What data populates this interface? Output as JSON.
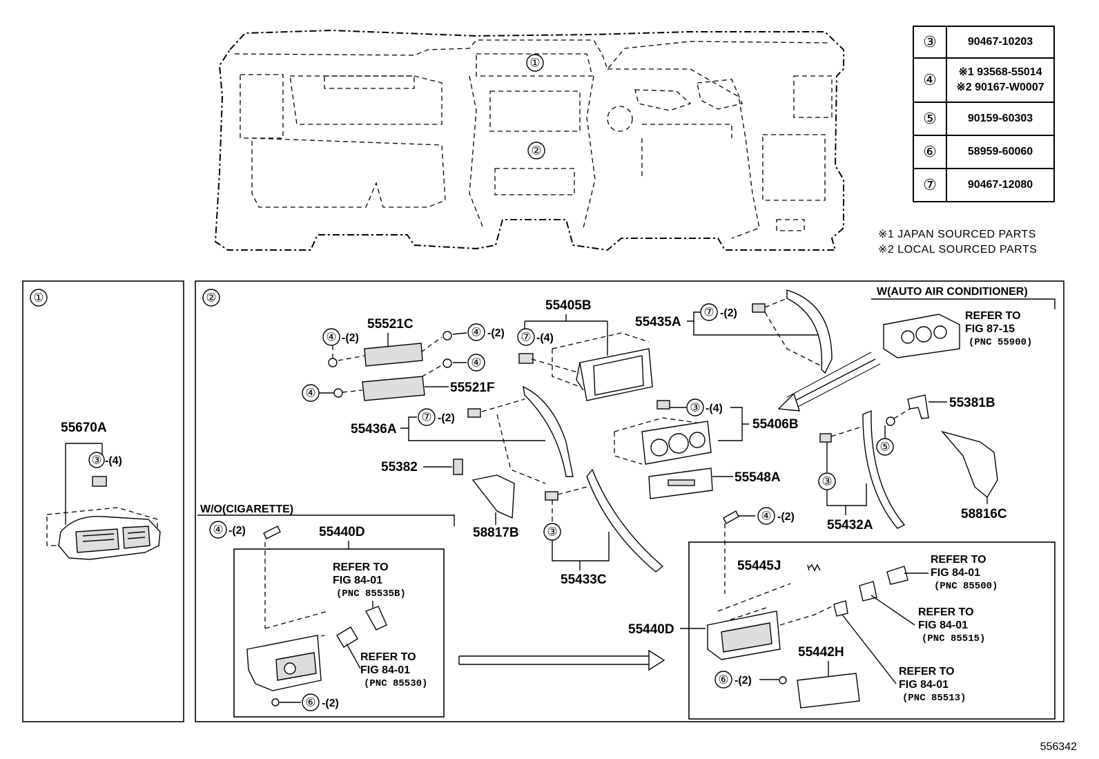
{
  "callouts": {
    "c1": "①",
    "c2": "②",
    "c3": "③",
    "c4": "④",
    "c5": "⑤",
    "c6": "⑥",
    "c7": "⑦"
  },
  "legend": [
    {
      "key": "③",
      "values": [
        "90467-10203"
      ]
    },
    {
      "key": "④",
      "values": [
        "※1 93568-55014",
        "※2 90167-W0007"
      ]
    },
    {
      "key": "⑤",
      "values": [
        "90159-60303"
      ]
    },
    {
      "key": "⑥",
      "values": [
        "58959-60060"
      ]
    },
    {
      "key": "⑦",
      "values": [
        "90467-12080"
      ]
    }
  ],
  "notes": [
    "※1 JAPAN SOURCED PARTS",
    "※2 LOCAL SOURCED PARTS"
  ],
  "diagram_id": "556342",
  "qty": {
    "q2": "-(2)",
    "q4": "-(4)"
  },
  "parts": {
    "p55670A": "55670A",
    "p55521C": "55521C",
    "p55521F": "55521F",
    "p55405B": "55405B",
    "p55435A": "55435A",
    "p55436A": "55436A",
    "p55382": "55382",
    "p58817B": "58817B",
    "p55406B": "55406B",
    "p55548A": "55548A",
    "p55433C": "55433C",
    "p55381B": "55381B",
    "p58816C": "58816C",
    "p55432A": "55432A",
    "p55440D": "55440D",
    "p55445J": "55445J",
    "p55442H": "55442H"
  },
  "conditions": {
    "auto_ac": "W(AUTO AIR CONDITIONER)",
    "no_cig": "W/O(CIGARETTE)"
  },
  "refs": {
    "refer_to": "REFER TO",
    "fig_87_15": "FIG 87-15",
    "fig_84_01": "FIG 84-01",
    "pnc_55900": "(PNC 55900)",
    "pnc_85535B": "(PNC 85535B)",
    "pnc_85530": "(PNC 85530)",
    "pnc_85500": "(PNC 85500)",
    "pnc_85515": "(PNC 85515)",
    "pnc_85513": "(PNC 85513)"
  }
}
